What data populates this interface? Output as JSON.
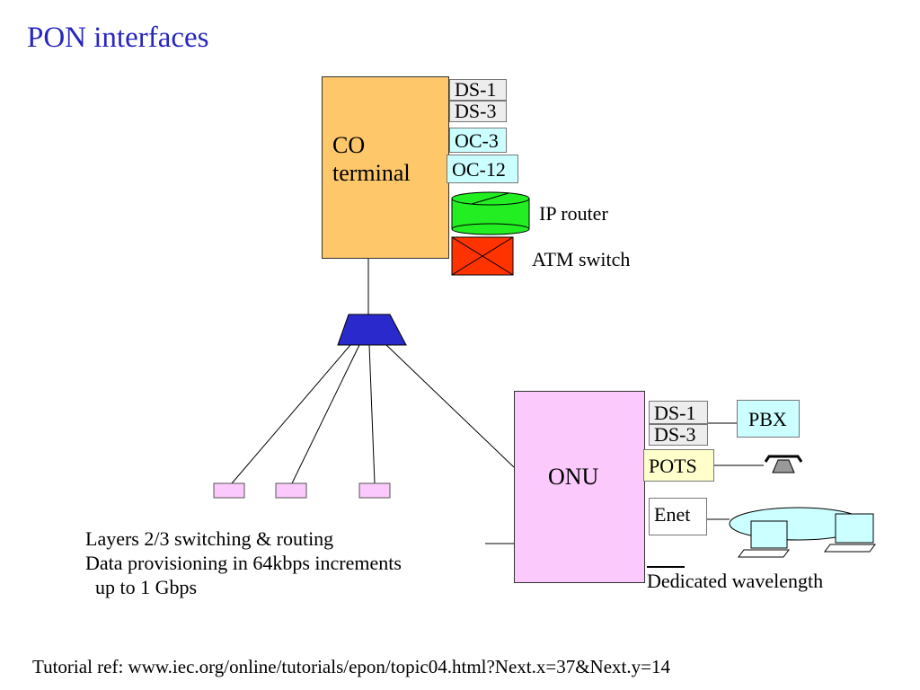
{
  "title": "PON interfaces",
  "co_terminal": {
    "label": "CO terminal",
    "interfaces": [
      "DS-1",
      "DS-3",
      "OC-3",
      "OC-12"
    ],
    "devices": {
      "ip_router": "IP router",
      "atm_switch": "ATM switch"
    }
  },
  "onu": {
    "label": "ONU",
    "interfaces": [
      "DS-1",
      "DS-3",
      "POTS",
      "Enet"
    ],
    "pbx": "PBX",
    "dedicated_wavelength": "Dedicated wavelength"
  },
  "notes": [
    "Layers 2/3 switching & routing",
    "Data provisioning in 64kbps increments",
    "  up to 1 Gbps"
  ],
  "footer": "Tutorial ref: www.iec.org/online/tutorials/epon/topic04.html?Next.x=37&Next.y=14",
  "colors": {
    "title": "#2626c0",
    "co_terminal": "#fdc76a",
    "onu": "#fbc9fb",
    "splitter": "#2a2acc",
    "ip_router": "#22ee22",
    "atm_switch": "#ff3300",
    "oc_interfaces": "#ccffff",
    "pots": "#ffffcc",
    "lan_ellipse": "#ccffff"
  }
}
